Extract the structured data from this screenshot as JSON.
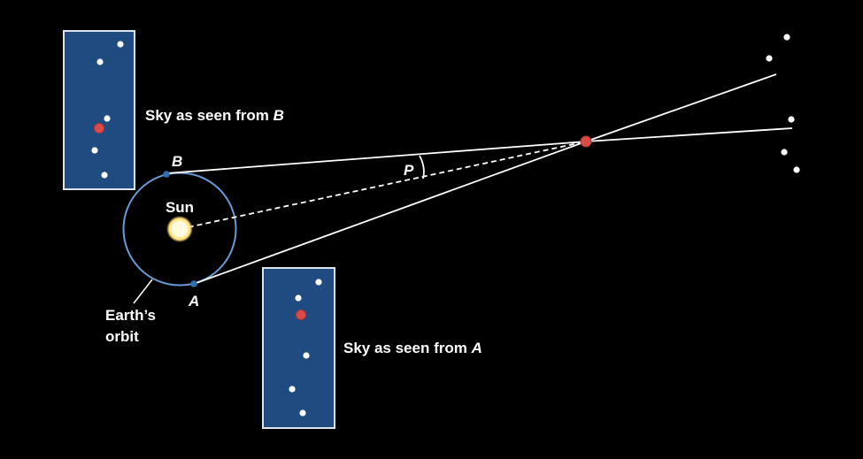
{
  "labels": {
    "sun": "Sun",
    "point_a": "A",
    "point_b": "B",
    "parallax": "P",
    "orbit_line1": "Earth’s",
    "orbit_line2": "orbit",
    "sky_b_prefix": "Sky as seen from ",
    "sky_b_point": "B",
    "sky_a_prefix": "Sky as seen from ",
    "sky_a_point": "A"
  },
  "colors": {
    "background": "#000000",
    "panel_fill": "#1f4b80",
    "panel_border": "#dde4ee",
    "orbit": "#6a9ad6",
    "earth": "#2e6fb3",
    "star": "#ffffff",
    "target_star": "#d94a4a",
    "sun": "#fffbe0",
    "sun_glow": "#ffd86b",
    "sight_line": "#ffffff"
  }
}
